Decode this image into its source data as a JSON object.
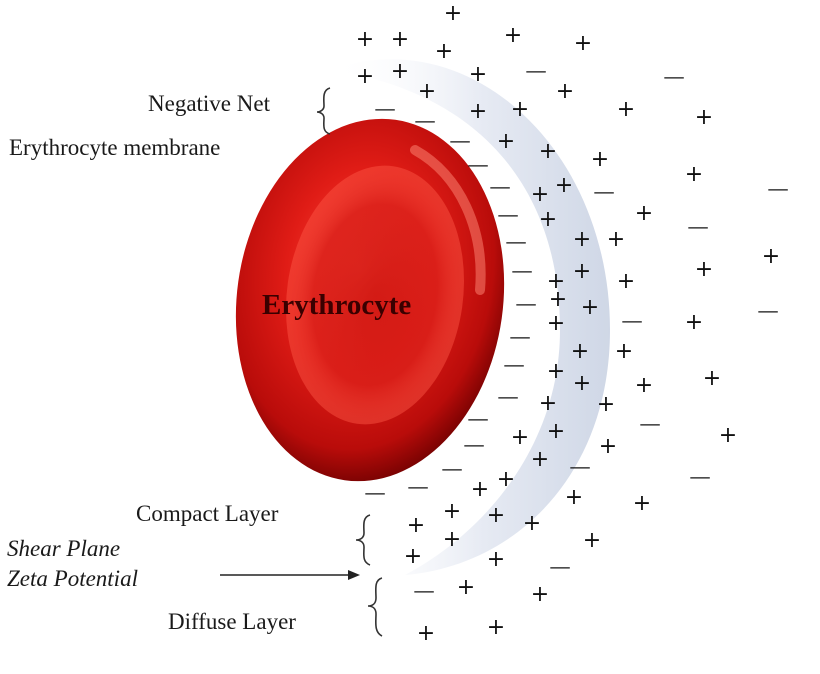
{
  "labels": {
    "negative_net": "Negative Net",
    "erythrocyte_membrane": "Erythrocyte membrane",
    "erythrocyte": "Erythrocyte",
    "compact_layer": "Compact Layer",
    "shear_plane": "Shear Plane",
    "zeta_potential": "Zeta Potential",
    "diffuse_layer": "Diffuse Layer"
  },
  "symbols": {
    "plus": "+",
    "minus": "—"
  },
  "colors": {
    "cell_red": "#d81c16",
    "cell_dark": "#5a0000",
    "shell_blue": "#dde3ee",
    "text": "#1a1a1a"
  }
}
